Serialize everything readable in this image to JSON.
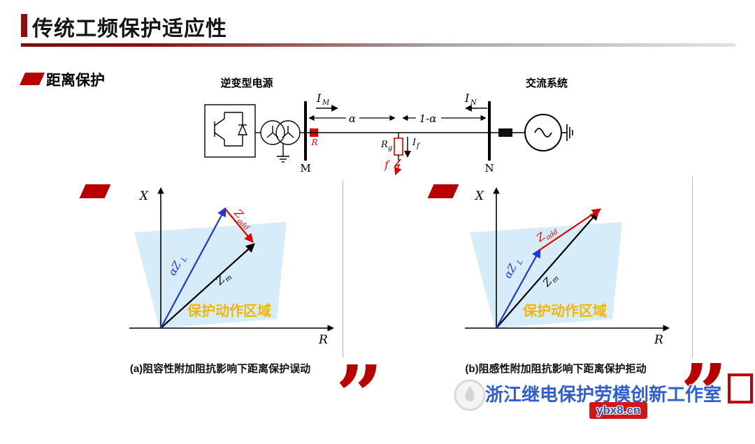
{
  "slide": {
    "title": "传统工频保护适应性",
    "section_label": "距离保护"
  },
  "circuit": {
    "inverter_source_label": "逆变型电源",
    "ac_system_label": "交流系统",
    "bus_m": "M",
    "bus_n": "N",
    "current_m_base": "I",
    "current_m_sub": "M",
    "current_n_base": "I",
    "current_n_sub": "N",
    "alpha": "α",
    "one_minus_alpha": "1-α",
    "relay_label": "R",
    "fault_resistance_base": "R",
    "fault_resistance_sub": "g",
    "fault_current_base": "I",
    "fault_current_sub": "f",
    "fault_point_label": "f"
  },
  "diagram_a": {
    "axis_vertical": "X",
    "axis_horizontal": "R",
    "vec_line_base": "αZ",
    "vec_line_sub": "L",
    "vec_add_base": "Z",
    "vec_add_sub": "add",
    "vec_measured_base": "Z",
    "vec_measured_sub": "m",
    "region_label": "保护动作区域",
    "caption": "(a)阻容性附加阻抗影响下距离保护误动"
  },
  "diagram_b": {
    "axis_vertical": "X",
    "axis_horizontal": "R",
    "vec_line_base": "αZ",
    "vec_line_sub": "L",
    "vec_add_base": "Z",
    "vec_add_sub": "add",
    "vec_measured_base": "Z",
    "vec_measured_sub": "m",
    "region_label": "保护动作区域",
    "caption": "(b)阻感性附加阻抗影响下距离保护拒动"
  },
  "decor": {
    "quote_glyph": "”"
  },
  "watermark": {
    "studio_name": "浙江继电保护劳模创新工作室",
    "site": "ybx8.cn"
  },
  "colors": {
    "accent_red": "#b80000",
    "vector_blue": "#1f35d4",
    "vector_red": "#e00000",
    "region_fill": "#d6ecf8",
    "region_text_yellow": "#f2b600",
    "watermark_blue": "#2e5ed2"
  }
}
